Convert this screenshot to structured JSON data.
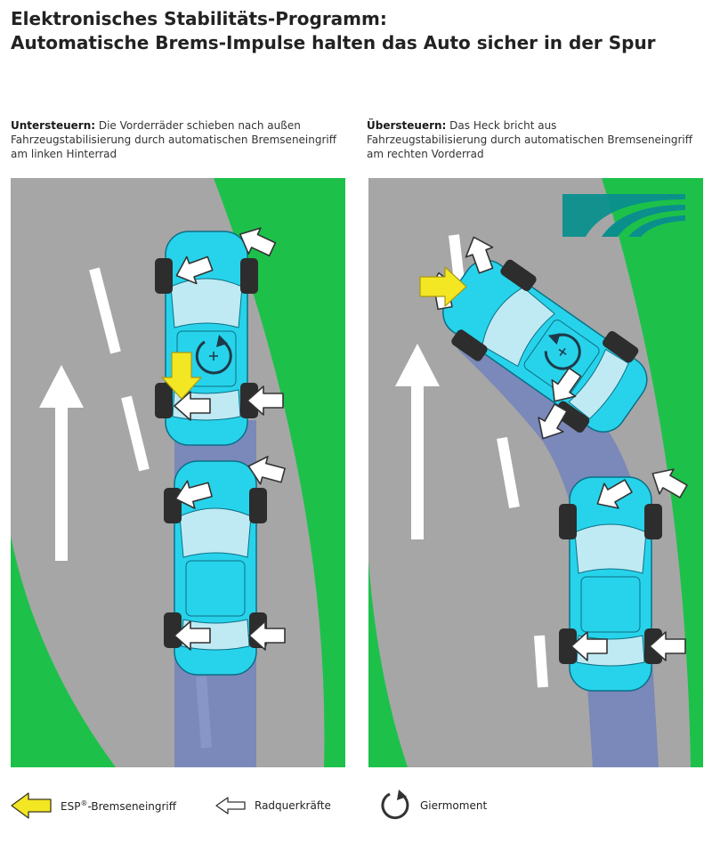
{
  "title": {
    "line1": "Elektronisches Stabilitäts-Programm:",
    "line2": "Automatische Brems-Impulse halten das Auto sicher in der Spur"
  },
  "left_panel": {
    "heading": "Untersteuern:",
    "text1": " Die Vorderräder schieben nach außen",
    "text2": "Fahrzeugstabilisierung durch automatischen Bremseneingriff",
    "text3": "am linken Hinterrad"
  },
  "right_panel": {
    "heading": "Übersteuern:",
    "text1": " Das Heck bricht aus",
    "text2": "Fahrzeugstabilisierung durch automatischen Bremseneingriff",
    "text3": "am rechten Vorderrad"
  },
  "legend": {
    "esp_prefix": "ESP",
    "esp_sup": "®",
    "esp_suffix": "-Bremseneingriff",
    "wheel_forces": "Radquerkräfte",
    "yaw_moment": "Giermoment"
  },
  "colors": {
    "road": "#a6a6a6",
    "grass": "#1dc14a",
    "car": "#27d3ea",
    "car_outline": "#0b6f86",
    "glass": "#bfeaf3",
    "tire": "#2d2d2d",
    "track": "#7283bd",
    "esp_arrow": "#f3e623",
    "lane_marking": "#ffffff",
    "logo": "#0a8f8d"
  }
}
